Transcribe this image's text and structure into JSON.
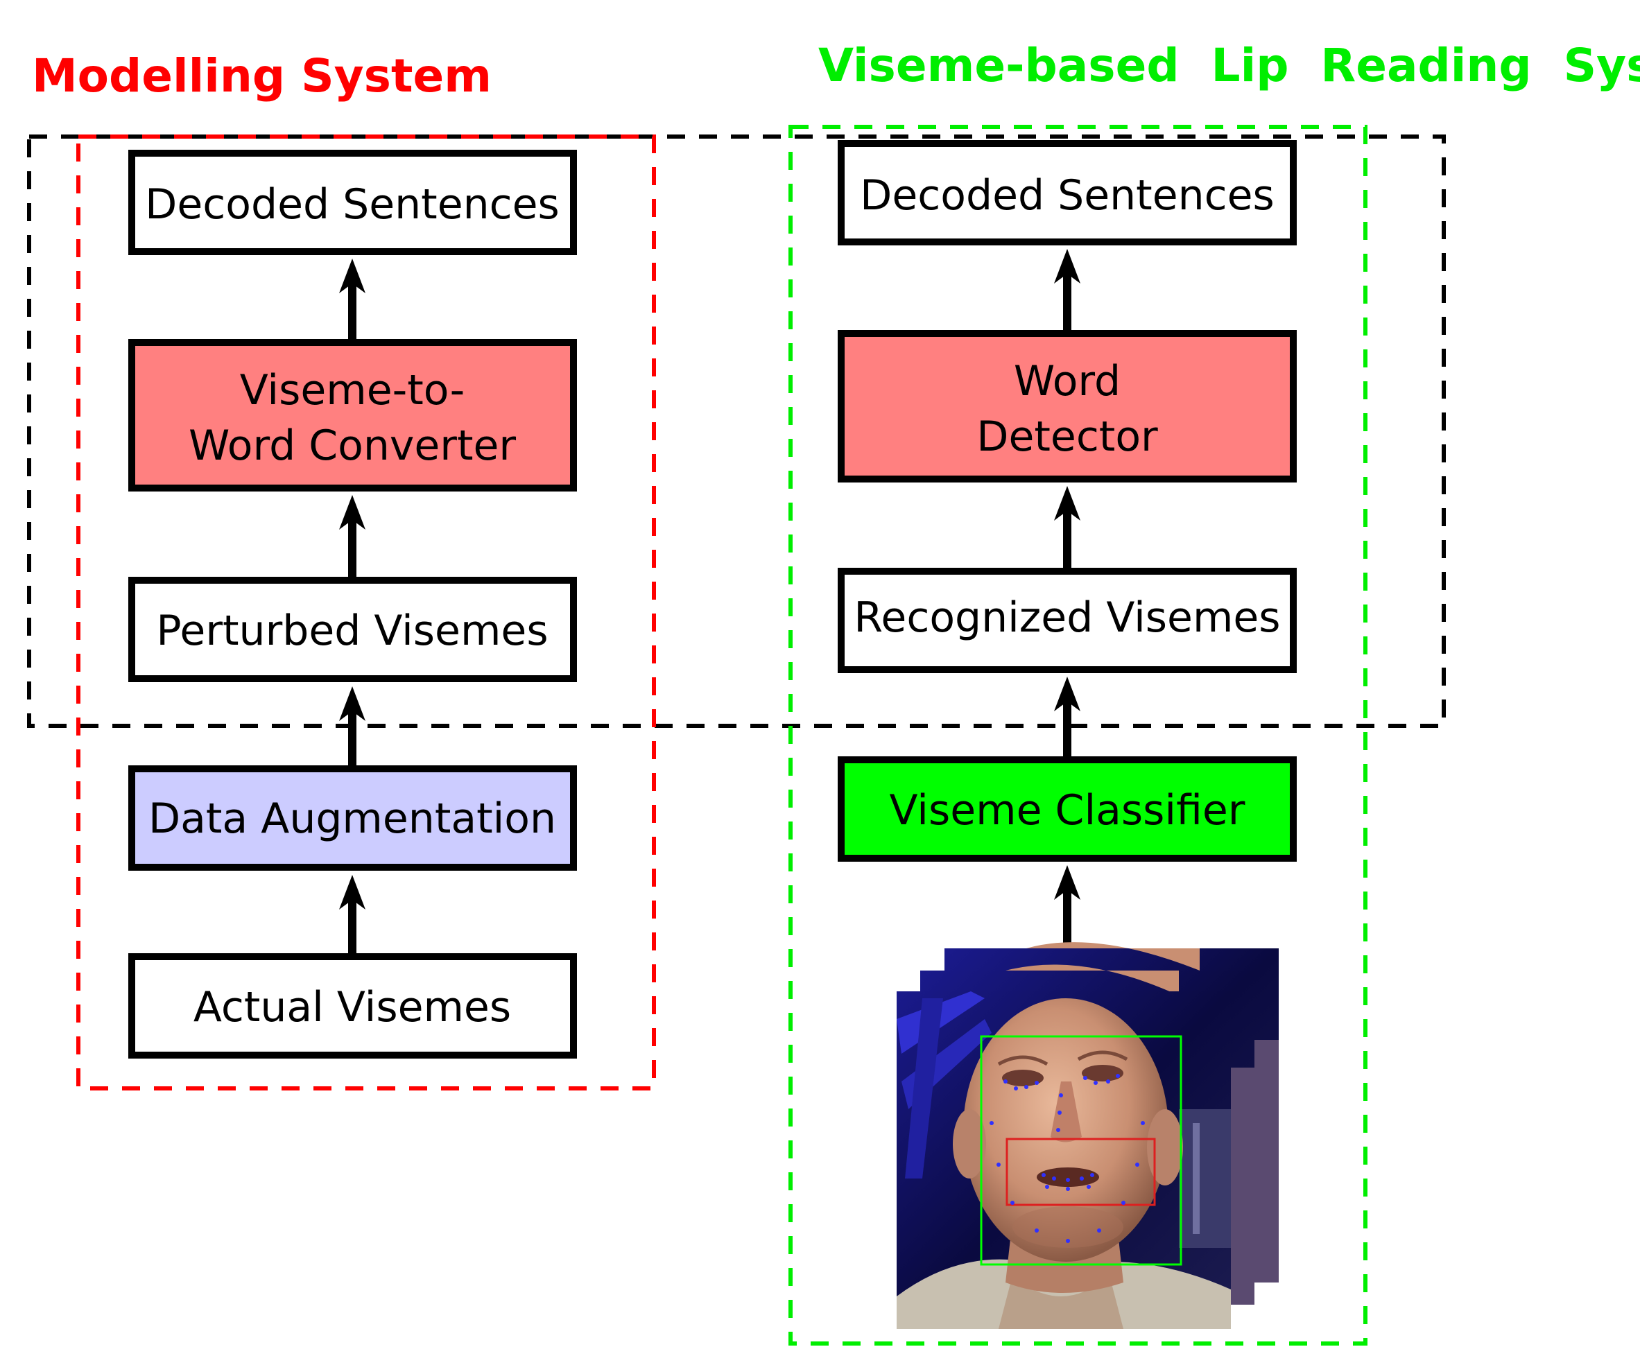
{
  "colors": {
    "modelling_accent": "#ff0000",
    "lipreading_accent": "#00ee00",
    "box_white": "#ffffff",
    "box_red": "#ff8080",
    "box_blue": "#ccccff",
    "box_green": "#00ff00",
    "outline": "#000000"
  },
  "modelling": {
    "title": "Modelling System",
    "boxes": {
      "decoded": [
        "Decoded Sentences"
      ],
      "converter": [
        "Viseme-to-",
        "Word Converter"
      ],
      "perturbed": [
        "Perturbed Visemes"
      ],
      "augmentation": [
        "Data Augmentation"
      ],
      "actual": [
        "Actual Visemes"
      ]
    }
  },
  "lipreading": {
    "title": "Viseme-based  Lip  Reading  System",
    "boxes": {
      "decoded": [
        "Decoded Sentences"
      ],
      "detector": [
        "Word",
        "Detector"
      ],
      "recognized": [
        "Recognized Visemes"
      ],
      "classifier": [
        "Viseme Classifier"
      ]
    },
    "image": "face-video-frames"
  }
}
